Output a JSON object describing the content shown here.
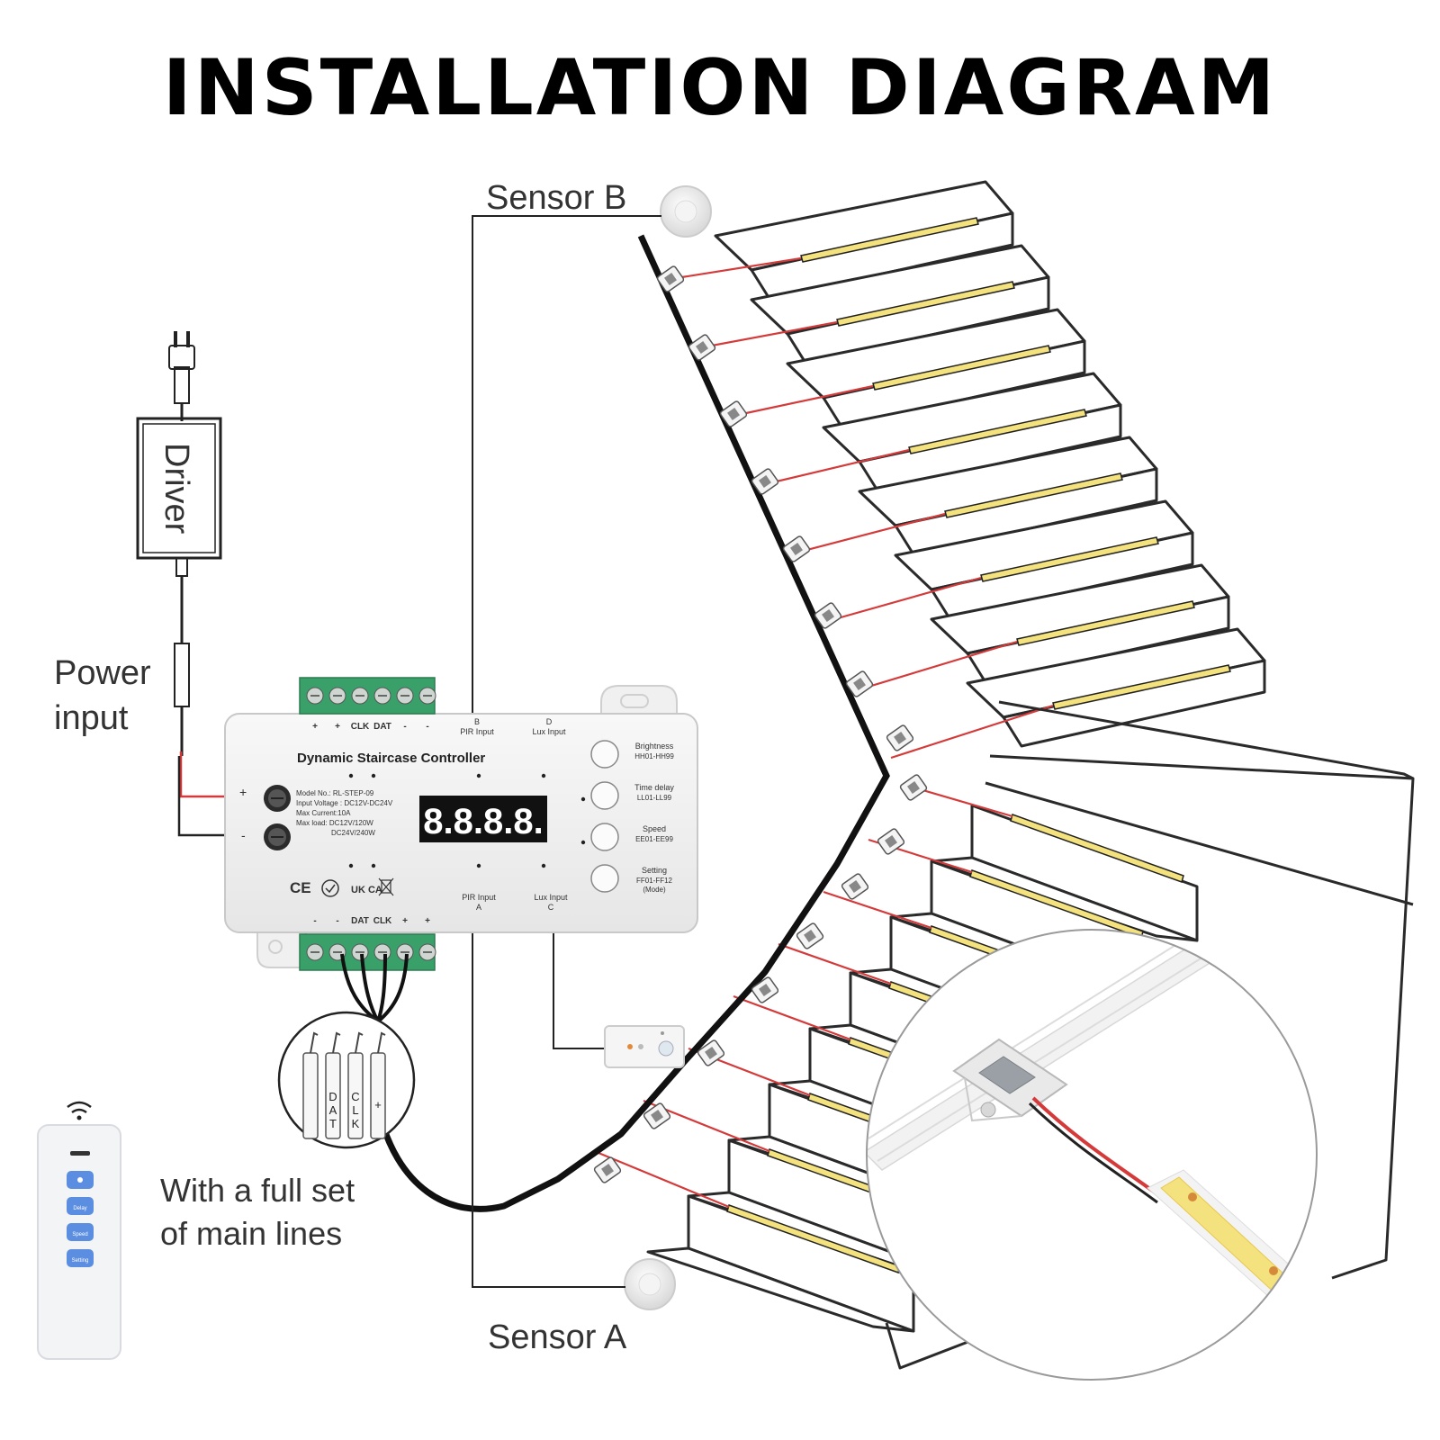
{
  "title": "INSTALLATION DIAGRAM",
  "labels": {
    "sensor_b": "Sensor B",
    "sensor_a": "Sensor A",
    "driver": "Driver",
    "power_input_1": "Power",
    "power_input_2": "input",
    "main_lines_1": "With a full set",
    "main_lines_2": "of main lines"
  },
  "controller": {
    "name": "Dynamic Staircase Controller",
    "display": "8.8.8.8.",
    "specs": [
      "Model No.: RL-STEP-09",
      "Input Voltage : DC12V-DC24V",
      "Max Current:10A",
      "Max  load: DC12V/120W",
      "DC24V/240W"
    ],
    "top_terminals": [
      "+",
      "+",
      "CLK",
      "DAT",
      "-",
      "-"
    ],
    "bottom_terminals": [
      "-",
      "-",
      "DAT",
      "CLK",
      "+",
      "+"
    ],
    "inputs": {
      "b_letter": "B",
      "b_label": "PIR  Input",
      "d_letter": "D",
      "d_label": "Lux Input",
      "a_letter": "A",
      "a_label": "PIR  Input",
      "c_letter": "C",
      "c_label": "Lux Input"
    },
    "buttons": [
      {
        "label": "Brightness",
        "range": "HH01-HH99",
        "sub": ""
      },
      {
        "label": "Time delay",
        "range": "LL01-LL99",
        "sub": ""
      },
      {
        "label": "Speed",
        "range": "EE01-EE99",
        "sub": ""
      },
      {
        "label": "Setting",
        "range": "FF01-FF12",
        "sub": "(Mode)"
      }
    ],
    "certifications": [
      "CE",
      "UK CA"
    ],
    "power_plus": "+",
    "power_minus": "-"
  },
  "wire_letters": [
    "D",
    "A",
    "T",
    "C",
    "L",
    "K",
    "+"
  ],
  "remote_buttons": [
    "",
    "Delay",
    "Speed",
    "Setting"
  ],
  "colors": {
    "led_strip": "#f3e27e",
    "wire_red": "#d43a3a",
    "terminal_green": "#3aa06a",
    "remote_blue": "#5b8ee0"
  },
  "staircase": {
    "upper_steps": 8,
    "lower_steps": 8
  }
}
